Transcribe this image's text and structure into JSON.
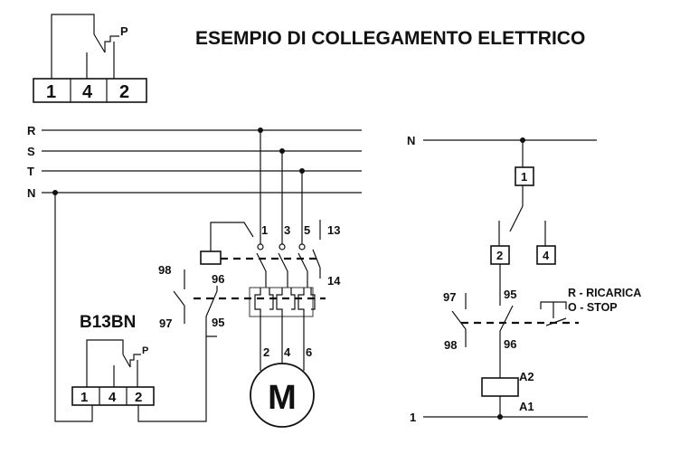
{
  "title": "ESEMPIO DI COLLEGAMENTO ELETTRICO",
  "device_top": {
    "terminals": [
      "1",
      "4",
      "2"
    ],
    "contact_label": "P"
  },
  "power_lines": [
    "R",
    "S",
    "T",
    "N"
  ],
  "contactor": {
    "main_terminals_top": [
      "1",
      "3",
      "5"
    ],
    "aux_top": "13",
    "aux_bottom": "14",
    "motor_terminals": [
      "2",
      "4",
      "6"
    ]
  },
  "motor_label": "M",
  "overload_relay": {
    "nc_top": "96",
    "nc_bottom": "95",
    "no_top": "98",
    "no_bottom": "97"
  },
  "device_bottom": {
    "name": "B13BN",
    "terminals": [
      "1",
      "4",
      "2"
    ],
    "contact_label": "P"
  },
  "control_circuit": {
    "line_top": "N",
    "line_bottom": "1",
    "terminal_1": "1",
    "terminal_2": "2",
    "terminal_4": "4",
    "no_top": "97",
    "no_bottom": "98",
    "nc_top": "95",
    "nc_bottom": "96",
    "coil_top": "A2",
    "coil_bottom": "A1",
    "legend_r": "R - RICARICA",
    "legend_o": "O - STOP"
  }
}
